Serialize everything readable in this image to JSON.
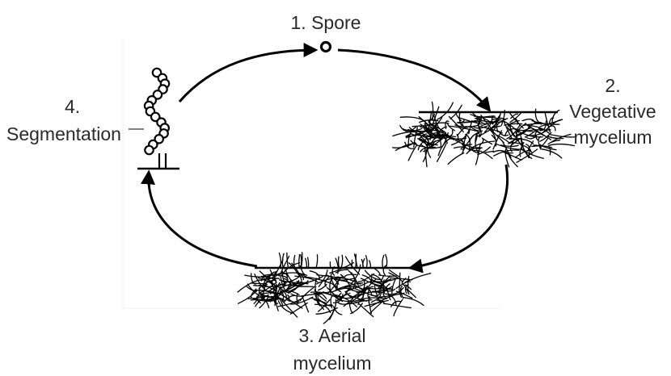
{
  "stages": {
    "spore": {
      "number": "1.",
      "name": "Spore"
    },
    "vegetative": {
      "number": "2.",
      "line1": "Vegetative",
      "line2": "mycelium"
    },
    "aerial": {
      "number": "3.",
      "line1": "Aerial",
      "line2": "mycelium"
    },
    "segmentation": {
      "number": "4.",
      "name": "Segmentation"
    }
  },
  "colors": {
    "ink": "#000000",
    "text": "#2a2a2a",
    "background": "#ffffff"
  }
}
